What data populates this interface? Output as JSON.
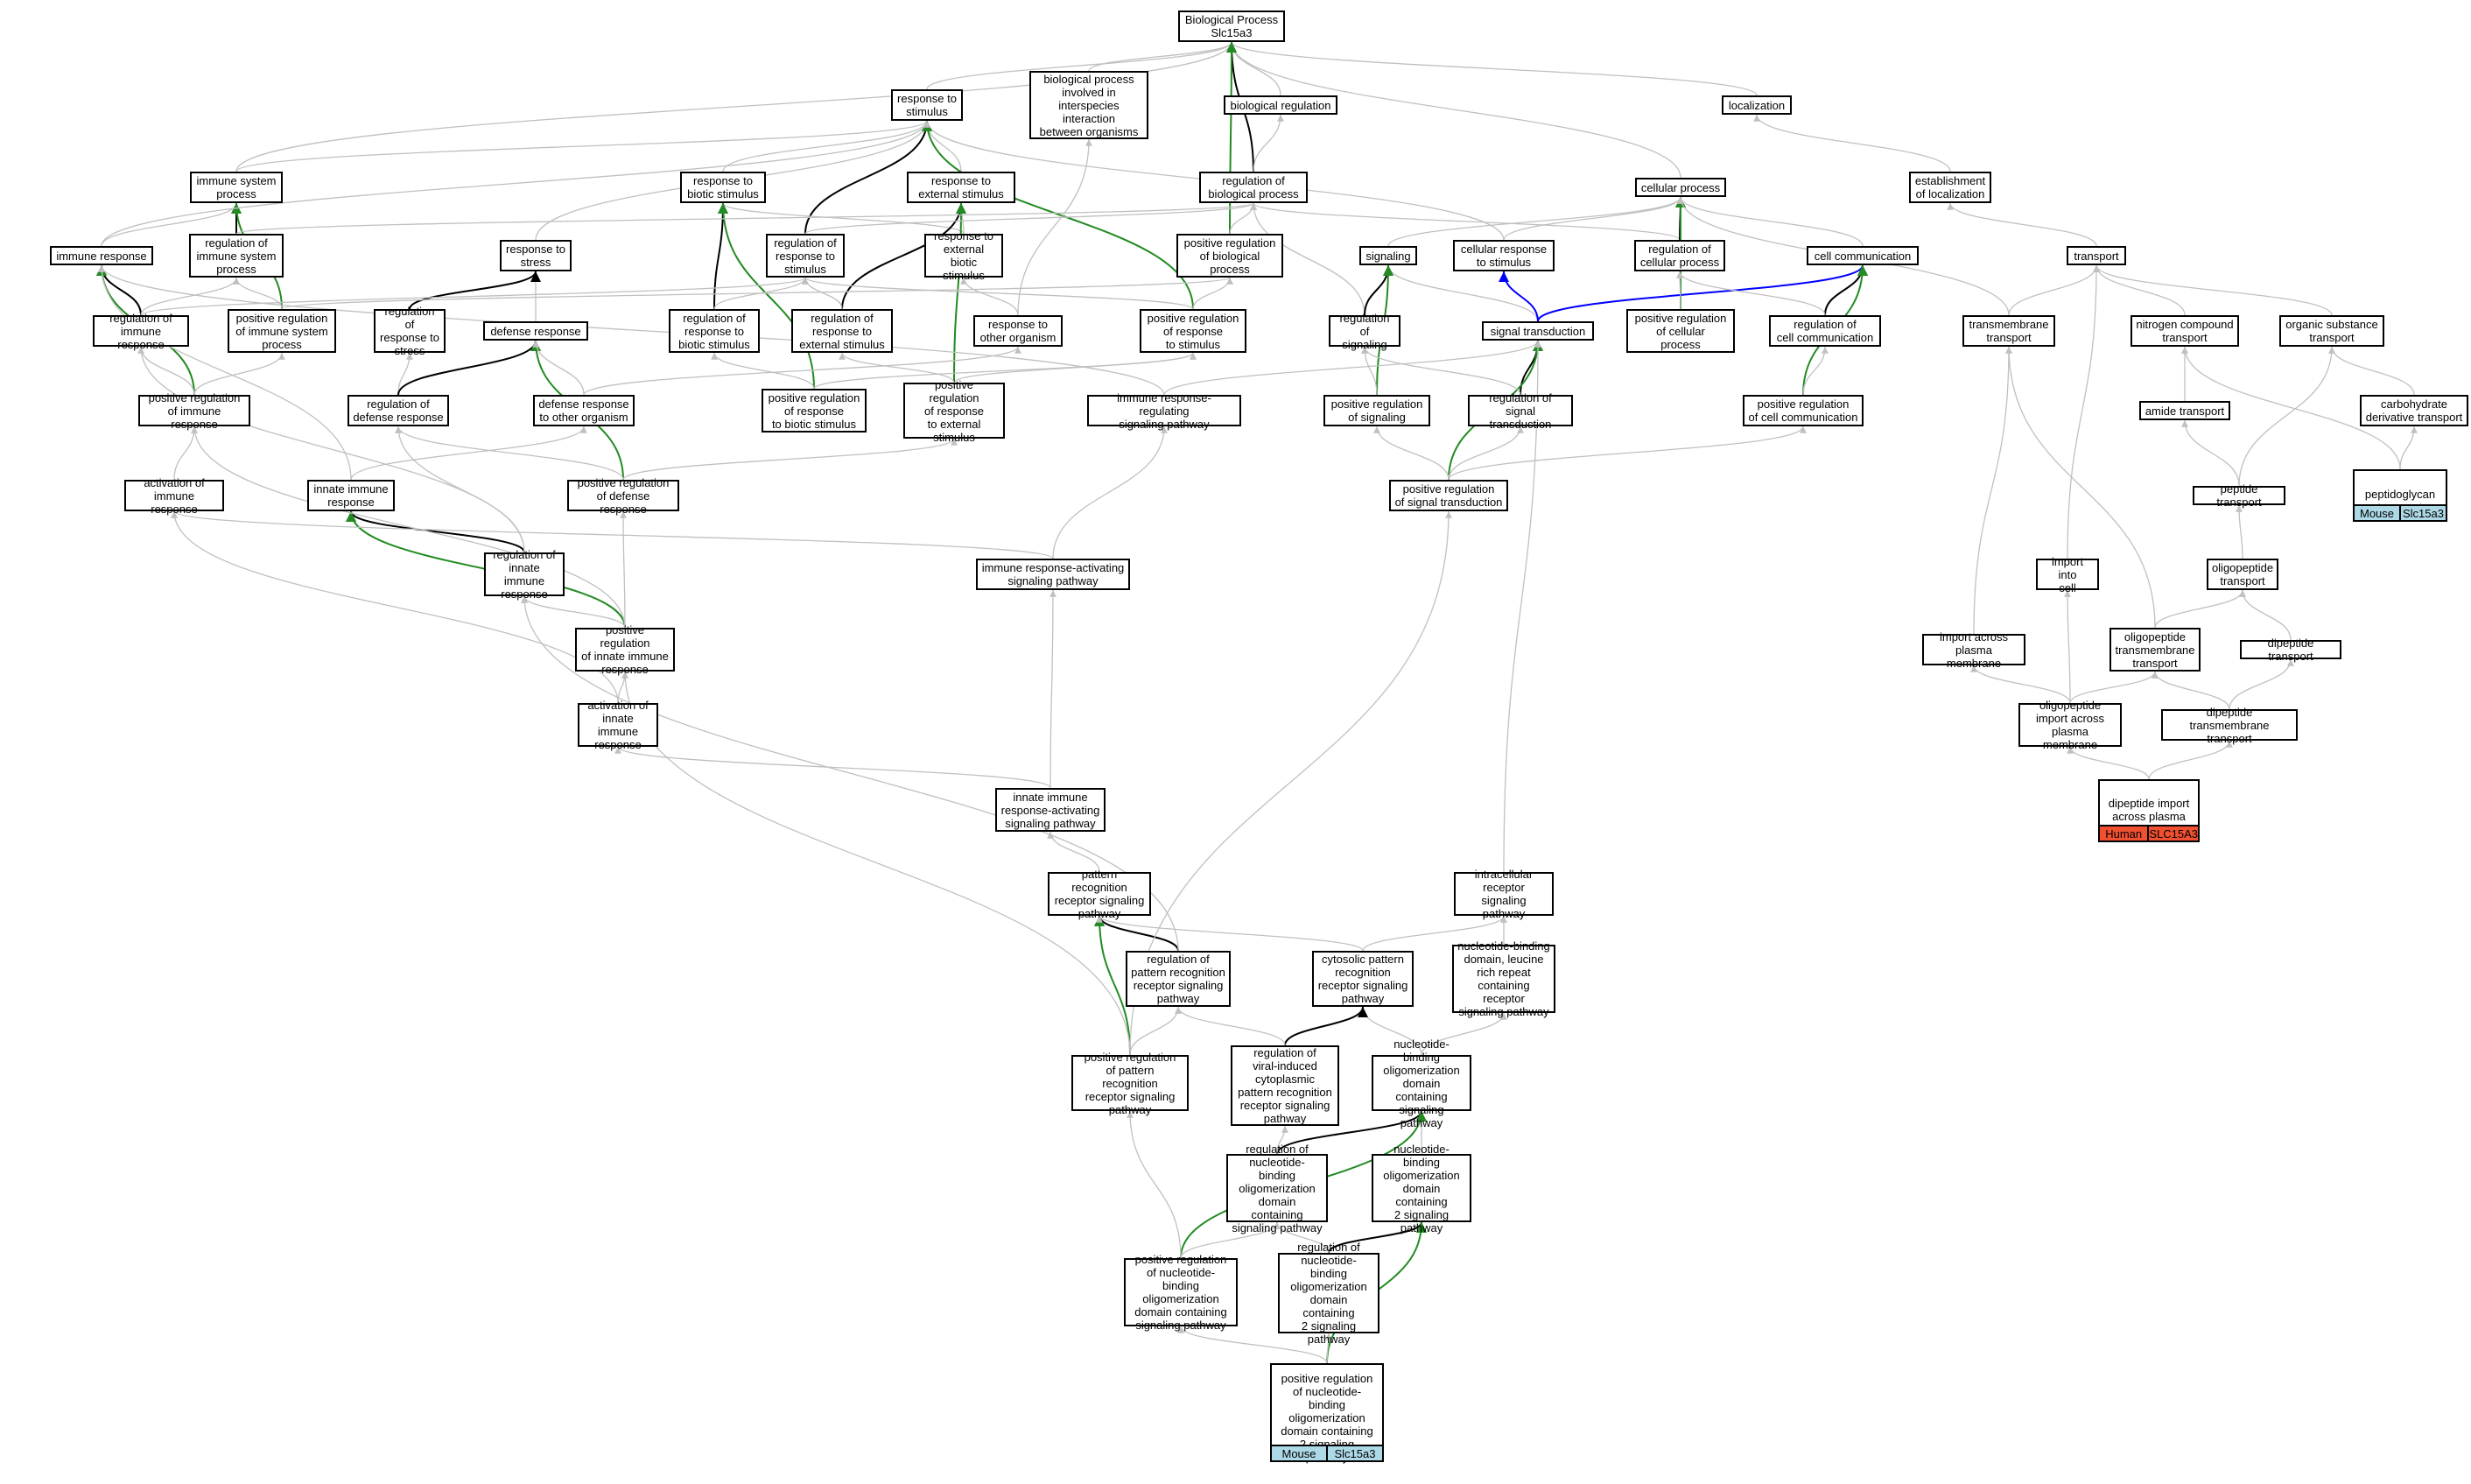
{
  "nodes": {
    "bp": "Biological Process\nSlc15a3",
    "rts": "response to\nstimulus",
    "bpii": "biological process\ninvolved in\ninterspecies\ninteraction\nbetween organisms",
    "breg": "biological regulation",
    "loc": "localization",
    "isp": "immune system\nprocess",
    "rbs": "response to\nbiotic stimulus",
    "res": "response to\nexternal stimulus",
    "rbp": "regulation of\nbiological process",
    "cp": "cellular process",
    "est": "establishment\nof localization",
    "ir": "immune response",
    "risp": "regulation of\nimmune system\nprocess",
    "rstr": "response to\nstress",
    "rrs": "regulation of\nresponse to\nstimulus",
    "rebs": "response to\nexternal biotic\nstimulus",
    "prbp": "positive regulation\nof biological\nprocess",
    "sig": "signaling",
    "crs": "cellular response\nto stimulus",
    "rcp": "regulation of\ncellular process",
    "cc": "cell communication",
    "tr": "transport",
    "rir": "regulation of\nimmune response",
    "prisp": "positive regulation\nof immune system\nprocess",
    "rrstr": "regulation of\nresponse to\nstress",
    "dr": "defense response",
    "rrbs": "regulation of\nresponse to\nbiotic stimulus",
    "rres": "regulation of\nresponse to\nexternal stimulus",
    "rto": "response to\nother organism",
    "prrs": "positive regulation\nof response\nto stimulus",
    "rsig": "regulation of\nsignaling",
    "st": "signal transduction",
    "prcp": "positive regulation\nof cellular\nprocess",
    "rcc": "regulation of\ncell communication",
    "tmt": "transmembrane\ntransport",
    "nct": "nitrogen compound\ntransport",
    "odt": "organic substance\ntransport",
    "prir": "positive regulation\nof immune response",
    "rdr": "regulation of\ndefense response",
    "drto": "defense response\nto other organism",
    "prrbs": "positive regulation\nof response\nto biotic stimulus",
    "prres": "positive regulation\nof response\nto external\nstimulus",
    "irrsp": "immune response-regulating\nsignaling pathway",
    "prsig": "positive regulation\nof signaling",
    "rst": "regulation of\nsignal transduction",
    "prcc": "positive regulation\nof cell communication",
    "at": "amide transport",
    "cdt": "carbohydrate\nderivative transport",
    "air": "activation of\nimmune response",
    "iir": "innate immune\nresponse",
    "prdr": "positive regulation\nof defense response",
    "prst": "positive regulation\nof signal transduction",
    "pt": "peptide transport",
    "ot": "oligopeptide\ntransport",
    "rpir": "regulation of\ninnate immune\nresponse",
    "irasp": "immune response-activating\nsignaling pathway",
    "iic": "import into\ncell",
    "pirr": "positive regulation\nof innate immune\nresponse",
    "iapm": "import across\nplasma membrane",
    "ott": "oligopeptide\ntransmembrane\ntransport",
    "dt": "dipeptide transport",
    "aiir": "activation of\ninnate immune\nresponse",
    "oiapm": "oligopeptide\nimport across\nplasma membrane",
    "dtt": "dipeptide transmembrane\ntransport",
    "iirasp": "innate immune\nresponse-activating\nsignaling pathway",
    "prrsp": "pattern recognition\nreceptor signaling\npathway",
    "irsp": "intracellular\nreceptor signaling\npathway",
    "rprrsp": "regulation of\npattern recognition\nreceptor signaling\npathway",
    "cprrsp": "cytosolic pattern\nrecognition\nreceptor signaling\npathway",
    "nbdlrr": "nucleotide-binding\ndomain, leucine\nrich repeat\ncontaining receptor\nsignaling pathway",
    "prprrsp": "positive regulation\nof pattern recognition\nreceptor signaling\npathway",
    "rvicp": "regulation of\nviral-induced\ncytoplasmic\npattern recognition\nreceptor signaling\npathway",
    "nodsp": "nucleotide-binding\noligomerization\ndomain containing\nsignaling pathway",
    "rnodsp": "regulation of\nnucleotide-binding\noligomerization\ndomain containing\nsignaling pathway",
    "nod2sp": "nucleotide-binding\noligomerization\ndomain containing\n2 signaling\npathway",
    "prnodsp": "positive regulation\nof nucleotide-binding\noligomerization\ndomain containing\nsignaling pathway",
    "rnod2sp": "regulation of\nnucleotide-binding\noligomerization\ndomain containing\n2 signaling\npathway"
  },
  "leaves": {
    "pgt": {
      "label": "peptidoglycan\ntransport",
      "species": "Mouse",
      "gene": "Slc15a3",
      "color": "#add8e6"
    },
    "dipm": {
      "label": "dipeptide import\nacross plasma\nmembrane",
      "species": "Human",
      "gene": "SLC15A3",
      "color": "#f05030"
    },
    "prnod2": {
      "label": "positive regulation\nof nucleotide-binding\noligomerization\ndomain containing\n2 signaling\npathway",
      "species": "Mouse",
      "gene": "Slc15a3",
      "color": "#add8e6"
    }
  },
  "edge_colors": {
    "is_a": "#c0c0c0",
    "regulates": "#000000",
    "positively_regulates": "#228b22",
    "part_of": "#0000ff"
  }
}
